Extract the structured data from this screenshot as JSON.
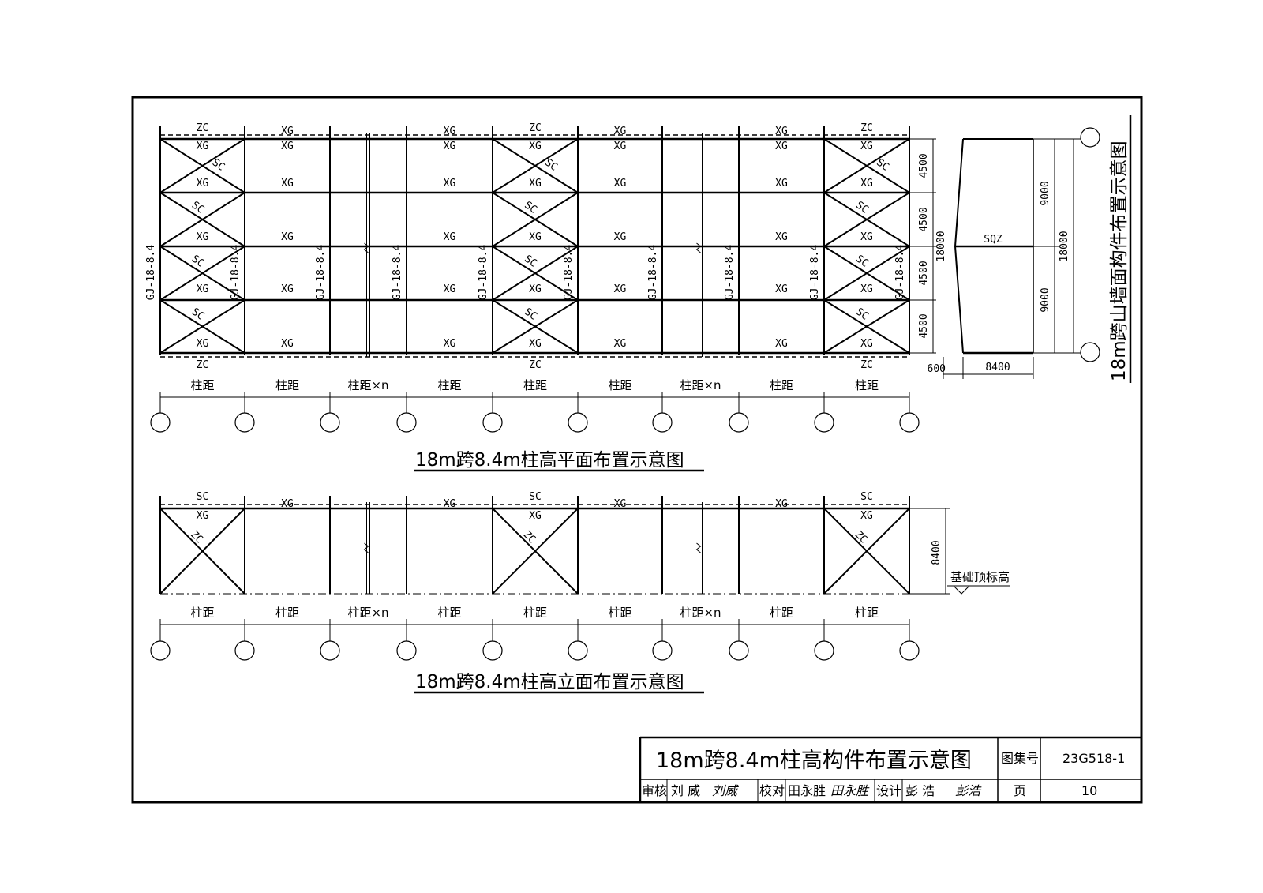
{
  "labels": {
    "zc": "ZC",
    "xg": "XG",
    "sc": "SC",
    "gj": "GJ-18-8.4",
    "col_spacing": "柱距",
    "col_spacing_n": "柱距×n",
    "sqz": "SQZ",
    "foundation": "基础顶标高"
  },
  "dims": {
    "d4500": "4500",
    "d18000": "18000",
    "d9000": "9000",
    "d600": "600",
    "d8400": "8400"
  },
  "titles": {
    "plan": "18m跨8.4m柱高平面布置示意图",
    "elevation": "18m跨8.4m柱高立面布置示意图",
    "gable": "18m跨山墙面构件布置示意图"
  },
  "title_block": {
    "main_title": "18m跨8.4m柱高构件布置示意图",
    "atlas_label": "图集号",
    "atlas_no": "23G518-1",
    "review_label": "审核",
    "reviewer": "刘 威",
    "reviewer_sig": "刘威",
    "check_label": "校对",
    "checker": "田永胜",
    "checker_sig": "田永胜",
    "design_label": "设计",
    "designer": "彭 浩",
    "designer_sig": "彭浩",
    "page_label": "页",
    "page_no": "10"
  }
}
